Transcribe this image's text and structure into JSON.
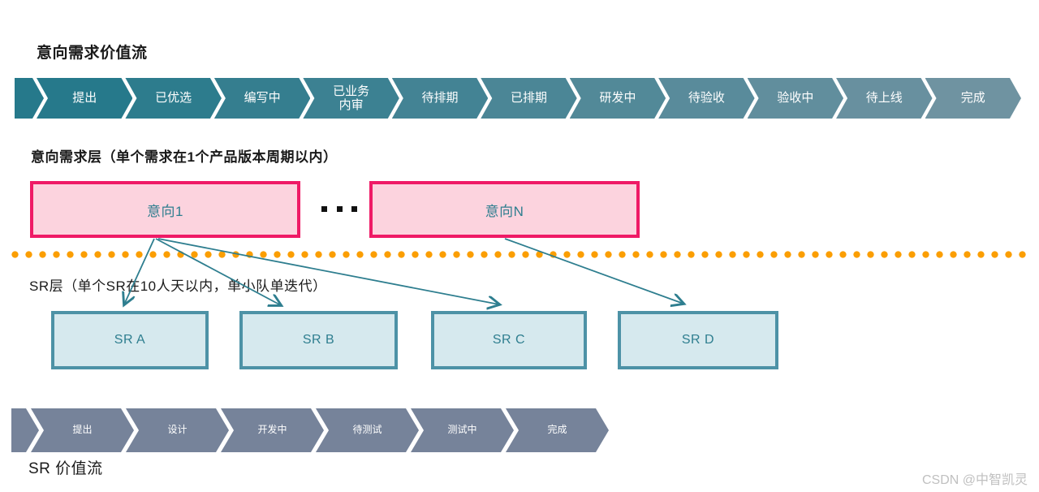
{
  "intent_stream": {
    "title": "意向需求价值流",
    "start_cap_color": "#26798B",
    "stages": [
      {
        "label": "提出",
        "color": "#26798B"
      },
      {
        "label": "已优选",
        "color": "#2D7C8D"
      },
      {
        "label": "编写中",
        "color": "#357E8F"
      },
      {
        "label": "已业务\n内审",
        "color": "#3C8192"
      },
      {
        "label": "待排期",
        "color": "#438394"
      },
      {
        "label": "已排期",
        "color": "#4B8696"
      },
      {
        "label": "研发中",
        "color": "#528998"
      },
      {
        "label": "待验收",
        "color": "#598B9B"
      },
      {
        "label": "验收中",
        "color": "#618E9D"
      },
      {
        "label": "待上线",
        "color": "#68909F"
      },
      {
        "label": "完成",
        "color": "#6F93A1"
      }
    ]
  },
  "intent_layer": {
    "label": "意向需求层（单个需求在1个产品版本周期以内）",
    "boxes": [
      {
        "label": "意向1"
      },
      {
        "label": "意向N"
      }
    ],
    "ellipsis": "...",
    "box_border_color": "#EF1A66",
    "box_fill_color": "#FCD3DE",
    "box_text_color": "#2E7E8F"
  },
  "divider": {
    "style": "dotted-line",
    "color": "#FB9E02"
  },
  "sr_layer": {
    "label": "SR层（单个SR在10人天以内，单小队单迭代）",
    "boxes": [
      "SR A",
      "SR B",
      "SR C",
      "SR D"
    ],
    "box_border_color": "#4D92A6",
    "box_fill_color": "#D6E9EE",
    "box_text_color": "#2E7E8F",
    "arrow_color": "#2E7E8F"
  },
  "sr_stream": {
    "title": "SR 价值流",
    "start_cap_color": "#76839A",
    "stages": [
      {
        "label": "提出",
        "color": "#76839A"
      },
      {
        "label": "设计",
        "color": "#76839A"
      },
      {
        "label": "开发中",
        "color": "#76839A"
      },
      {
        "label": "待测试",
        "color": "#76839A"
      },
      {
        "label": "测试中",
        "color": "#76839A"
      },
      {
        "label": "完成",
        "color": "#76839A"
      }
    ]
  },
  "watermark": "CSDN @中智凯灵"
}
